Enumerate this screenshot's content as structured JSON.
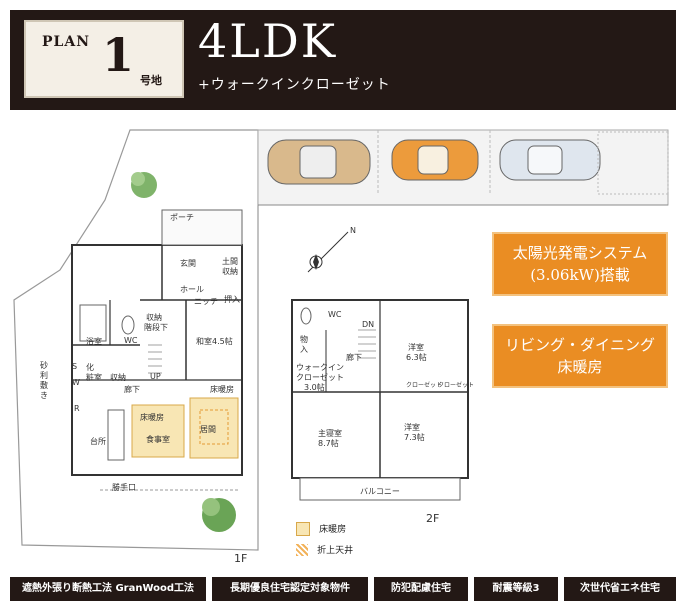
{
  "header": {
    "plan_word": "PLAN",
    "plan_number": "1",
    "plan_suffix": "号地",
    "layout_type": "4LDK",
    "layout_sub": "+ウォークインクローゼット"
  },
  "badges": {
    "solar_line1": "太陽光発電システム",
    "solar_line2": "(3.06kW)搭載",
    "floor_line1": "リビング・ダイニング",
    "floor_line2": "床暖房"
  },
  "floor1": {
    "label": "1F",
    "rooms": {
      "porch": "ポーチ",
      "genkan": "玄関",
      "doma_line1": "土間",
      "doma_line2": "収納",
      "hall": "ホール",
      "niche": "ニッチ",
      "oshiire": "押入",
      "washitsu": "和室4.5帖",
      "bath": "浴室",
      "wc": "WC",
      "shunou": "収納",
      "kaidanshita": "階段下",
      "keshoushitsu_line1": "化",
      "keshoushitsu_line2": "粧室",
      "s_mark": "S",
      "w_mark": "W",
      "r_mark": "R",
      "rouka": "廊下",
      "up": "UP",
      "shuunou2": "収納",
      "yukadanbou1": "床暖房",
      "yukadanbou2": "床暖房",
      "kitchen": "台所",
      "dining": "食事室",
      "living": "居間",
      "katteguchi": "勝手口",
      "jari_line1": "砂",
      "jari_line2": "利",
      "jari_line3": "敷",
      "jari_line4": "き"
    }
  },
  "floor2": {
    "label": "2F",
    "rooms": {
      "wc": "WC",
      "mono_line1": "物",
      "mono_line2": "入",
      "dn": "DN",
      "rouka": "廊下",
      "wic_line1": "ウォークイン",
      "wic_line2": "クローゼット",
      "wic_line3": "3.0帖",
      "youshitsu1_line1": "洋室",
      "youshitsu1_line2": "6.3帖",
      "closet1": "クローゼット",
      "closet2": "クローゼット",
      "master_line1": "主寝室",
      "master_line2": "8.7帖",
      "youshitsu2_line1": "洋室",
      "youshitsu2_line2": "7.3帖",
      "balcony": "バルコニー"
    }
  },
  "compass": {
    "north": "N"
  },
  "legend": {
    "floor_heating": "床暖房",
    "raised_ceiling": "折上天井",
    "floor_heating_color": "#f8e6b4",
    "raised_ceiling_color": "#f2b25a"
  },
  "footer": [
    "遮熱外張り断熱工法 GranWood工法",
    "長期優良住宅認定対象物件",
    "防犯配慮住宅",
    "耐震等級3",
    "次世代省エネ住宅"
  ]
}
